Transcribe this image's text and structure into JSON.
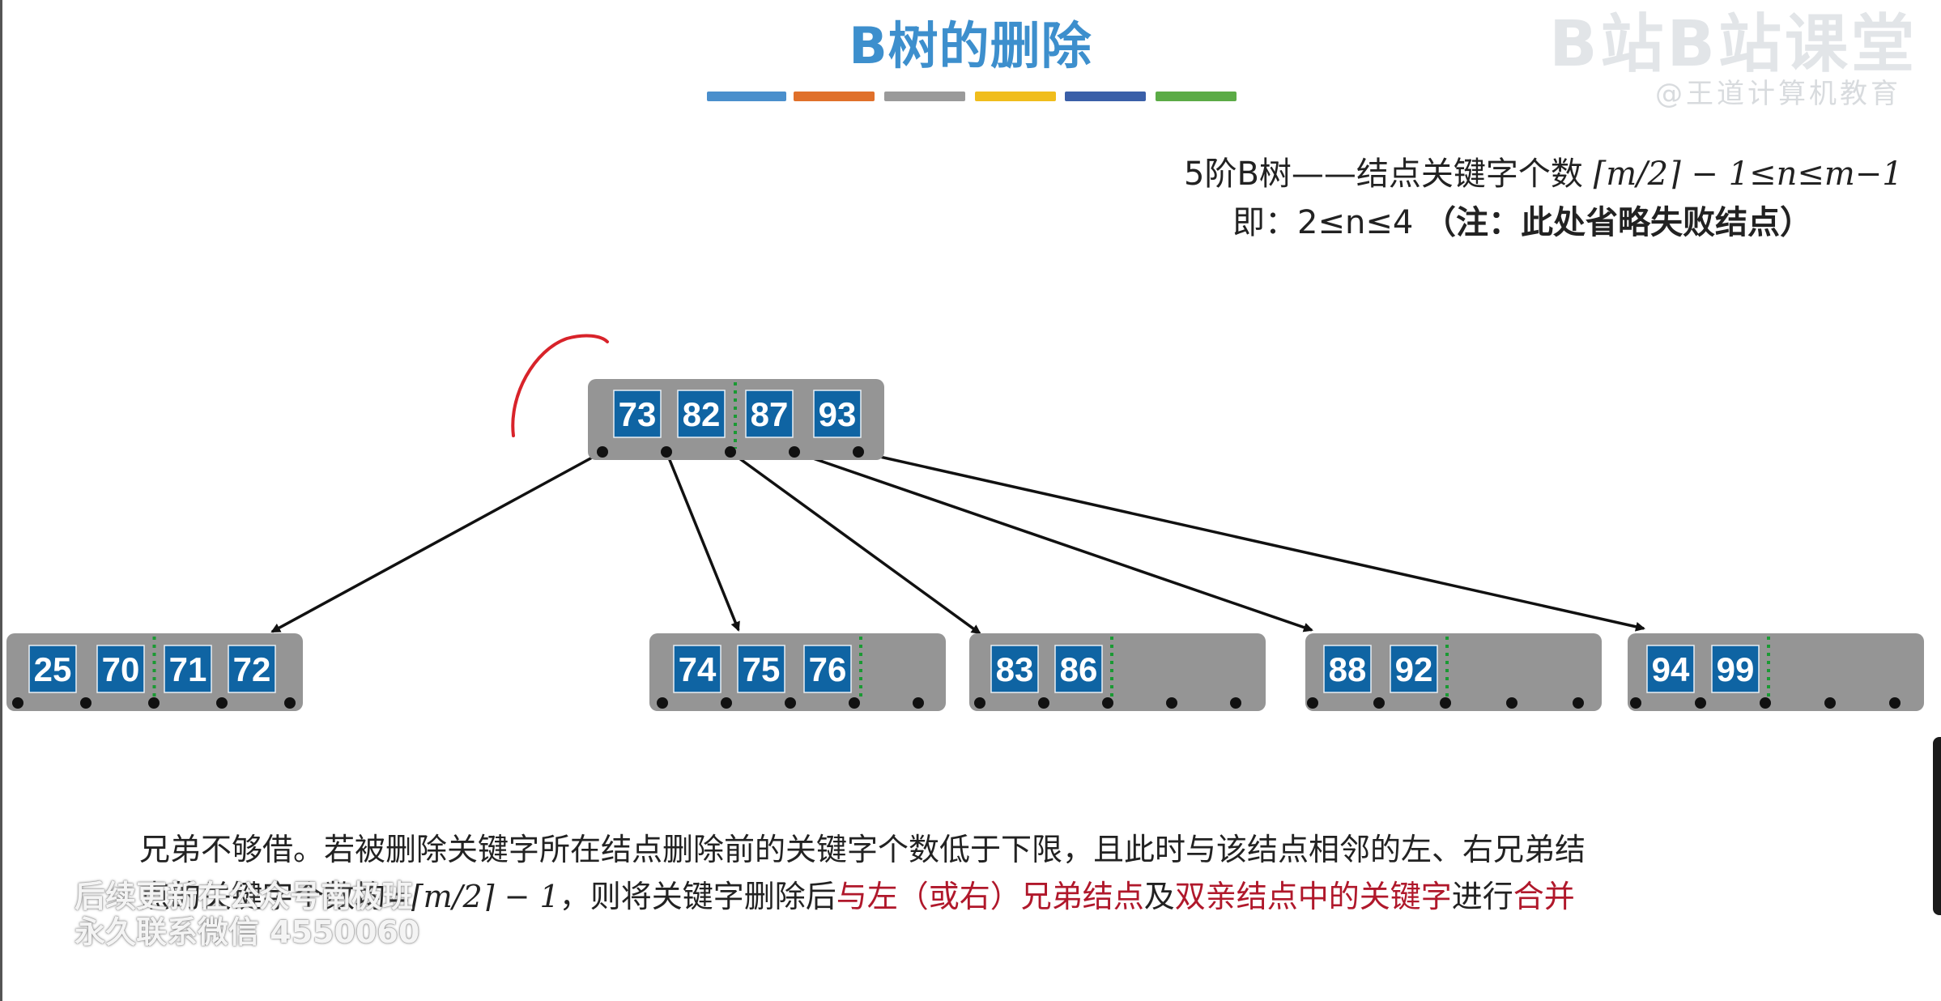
{
  "slide": {
    "title": "B树的删除",
    "color_bars": [
      "#4a8fcc",
      "#e0702a",
      "#9a9a9a",
      "#f0bd1c",
      "#3a5fa8",
      "#5bab46"
    ],
    "accent_color": "#3d8fcd",
    "key_color": "#0f64a3",
    "node_color": "#959595"
  },
  "logo": {
    "main": "B站B站课堂",
    "sub": "@王道计算机教育"
  },
  "info": {
    "line1_prefix": "5阶B树——结点关键字个数",
    "line1_formula": "⌈m/2⌉ − 1≤n≤m−1",
    "line2_prefix": "即：2≤n≤4 ",
    "line2_note": "（注：此处省略失败结点）"
  },
  "chart_data": {
    "type": "tree",
    "root": {
      "keys": [
        "73",
        "82",
        "87",
        "93"
      ]
    },
    "children": [
      {
        "keys": [
          "25",
          "70",
          "71",
          "72"
        ]
      },
      {
        "keys": [
          "74",
          "75",
          "76"
        ]
      },
      {
        "keys": [
          "83",
          "86"
        ]
      },
      {
        "keys": [
          "88",
          "92"
        ]
      },
      {
        "keys": [
          "94",
          "99"
        ]
      }
    ]
  },
  "description": {
    "line1": "兄弟不够借。若被删除关键字所在结点删除前的关键字个数低于下限，且此时与该结点相邻的左、右兄弟结",
    "line2_part1": "点的关键字个数均=",
    "line2_formula": "⌈m/2⌉ − 1",
    "line2_part2": "，则将关键字删除后",
    "line2_red1": "与左（或右）兄弟结点",
    "line2_part3": "及",
    "line2_red2": "双亲结点中的关键字",
    "line2_part4": "进行",
    "line2_red3": "合并"
  },
  "watermark": {
    "line1": "后续更新在公众号南极班",
    "line2": "永久联系微信 4550060"
  }
}
